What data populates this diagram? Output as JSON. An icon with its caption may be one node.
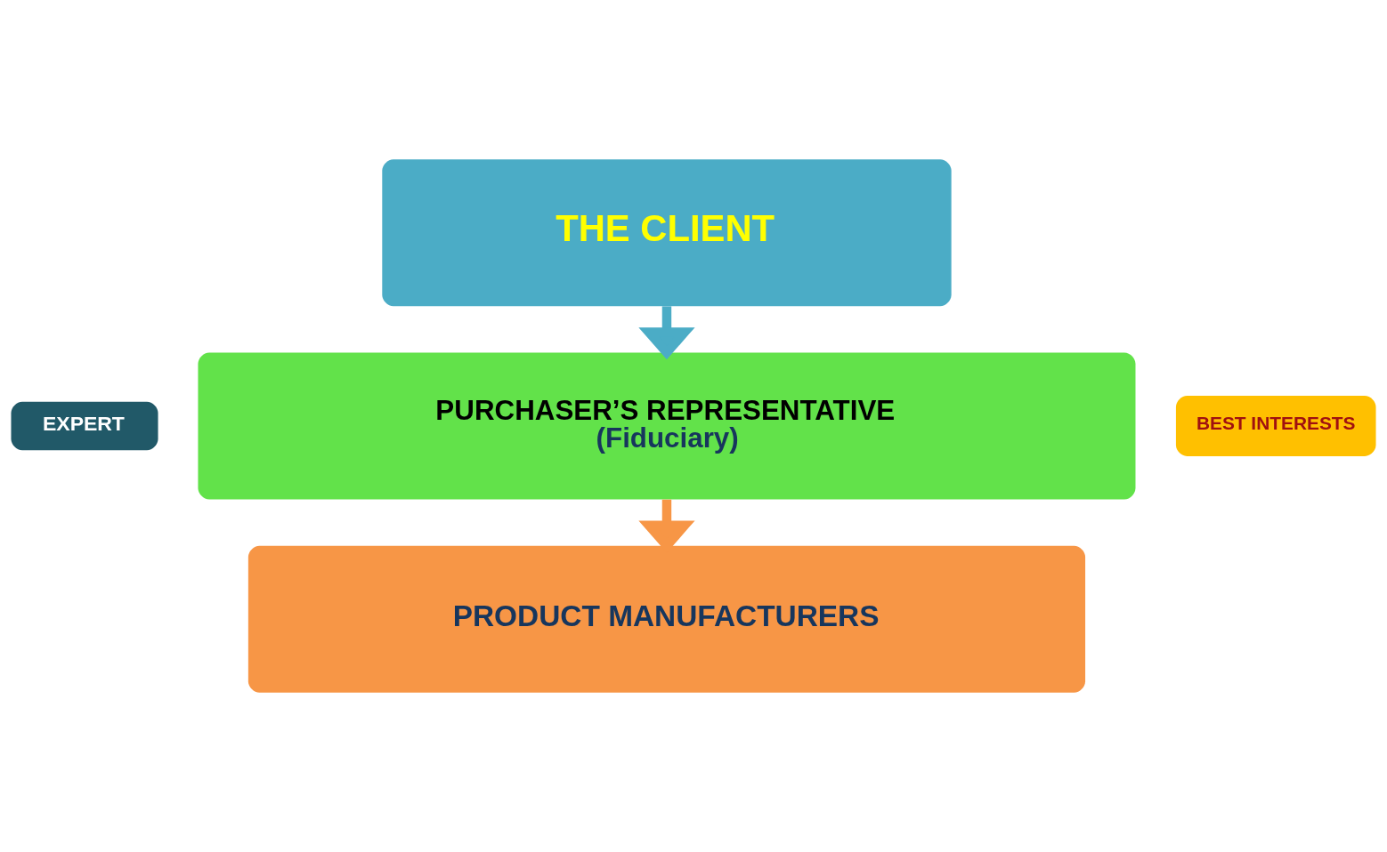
{
  "diagram": {
    "nodes": [
      {
        "text": [
          "THE CLIENT"
        ]
      },
      {
        "text": [
          "PURCHASER’S REPRESENTATIVE",
          "(Fiduciary)"
        ]
      },
      {
        "text": [
          "PRODUCT MANUFACTURERS"
        ]
      },
      {
        "text": [
          "EXPERT"
        ]
      },
      {
        "text": [
          "BEST INTERESTS"
        ]
      }
    ],
    "edges": [
      {
        "from": 0,
        "to": 1,
        "arrow": "to",
        "color": "#4bacc6"
      },
      {
        "from": 1,
        "to": 2,
        "arrow": "to",
        "color": "#f79646"
      }
    ]
  }
}
